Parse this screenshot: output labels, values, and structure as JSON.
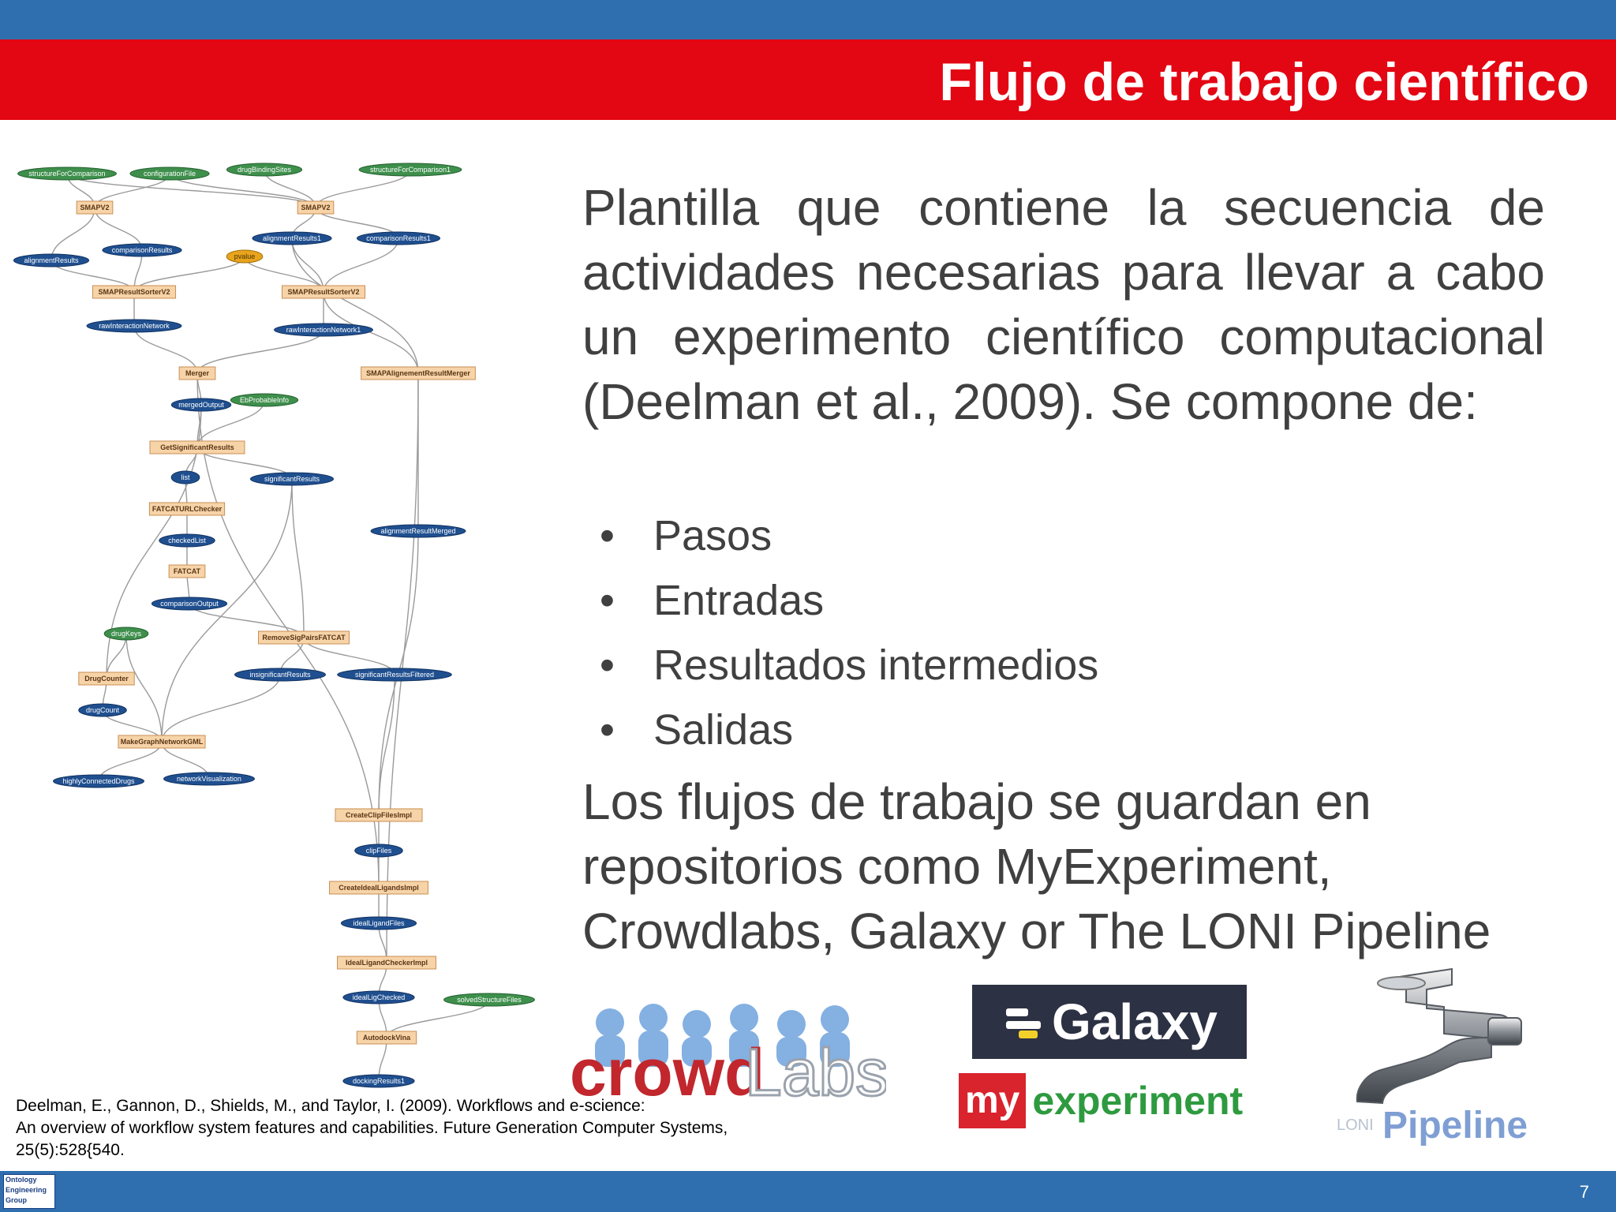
{
  "slide": {
    "title": "Flujo de trabajo científico",
    "paragraph": "Plantilla que contiene la secuencia de actividades necesarias para llevar a cabo un experimento científico computacional (Deelman et al., 2009). Se compone de:",
    "bullet_symbol": "•",
    "bullets": [
      "Pasos",
      "Entradas",
      "Resultados intermedios",
      "Salidas"
    ],
    "repositories_text": "Los flujos de trabajo se guardan en repositorios como MyExperiment, Crowdlabs, Galaxy or The LONI Pipeline",
    "citation": {
      "line1": "Deelman, E., Gannon, D., Shields, M., and Taylor, I. (2009). Workflows and e-science:",
      "line2": "An overview of workflow system features and capabilities. Future Generation Computer Systems,",
      "line3": "25(5):528{540."
    },
    "page_number": "7"
  },
  "logos": {
    "crowdlabs": {
      "part1": "crowd",
      "part2": "Labs"
    },
    "galaxy": "Galaxy",
    "myexperiment": {
      "part1": "my",
      "part2": "experiment"
    },
    "loni": {
      "part1": "LONI",
      "part2": "Pipeline"
    },
    "footer_logo": [
      "Ontology",
      "Engineering",
      "Group"
    ]
  },
  "workflow": {
    "nodes": [
      {
        "label": "structureForComparison",
        "kind": "input"
      },
      {
        "label": "configurationFile",
        "kind": "input"
      },
      {
        "label": "drugBindingSites",
        "kind": "input"
      },
      {
        "label": "structureForComparison1",
        "kind": "input"
      },
      {
        "label": "SMAPV2",
        "kind": "process"
      },
      {
        "label": "SMAPV2",
        "kind": "process"
      },
      {
        "label": "alignmentResults1",
        "kind": "data"
      },
      {
        "label": "comparisonResults1",
        "kind": "data"
      },
      {
        "label": "alignmentResults",
        "kind": "data"
      },
      {
        "label": "comparisonResults",
        "kind": "data"
      },
      {
        "label": "pvalue",
        "kind": "constant"
      },
      {
        "label": "SMAPResultSorterV2",
        "kind": "process"
      },
      {
        "label": "SMAPResultSorterV2",
        "kind": "process"
      },
      {
        "label": "rawInteractionNetwork",
        "kind": "data"
      },
      {
        "label": "rawInteractionNetwork1",
        "kind": "data"
      },
      {
        "label": "Merger",
        "kind": "process"
      },
      {
        "label": "SMAPAlignementResultMerger",
        "kind": "process"
      },
      {
        "label": "mergedOutput",
        "kind": "data"
      },
      {
        "label": "EbProbableInfo",
        "kind": "input"
      },
      {
        "label": "GetSignificantResults",
        "kind": "process"
      },
      {
        "label": "list",
        "kind": "data"
      },
      {
        "label": "significantResults",
        "kind": "data"
      },
      {
        "label": "FATCATURLChecker",
        "kind": "process"
      },
      {
        "label": "alignmentResultMerged",
        "kind": "data"
      },
      {
        "label": "checkedList",
        "kind": "data"
      },
      {
        "label": "FATCAT",
        "kind": "process"
      },
      {
        "label": "comparisonOutput",
        "kind": "data"
      },
      {
        "label": "drugKeys",
        "kind": "input"
      },
      {
        "label": "RemoveSigPairsFATCAT",
        "kind": "process"
      },
      {
        "label": "DrugCounter",
        "kind": "process"
      },
      {
        "label": "insignificantResults",
        "kind": "data"
      },
      {
        "label": "significantResultsFiltered",
        "kind": "data"
      },
      {
        "label": "drugCount",
        "kind": "data"
      },
      {
        "label": "MakeGraphNetworkGML",
        "kind": "process"
      },
      {
        "label": "highlyConnectedDrugs",
        "kind": "data"
      },
      {
        "label": "networkVisualization",
        "kind": "data"
      },
      {
        "label": "CreateClipFilesImpl",
        "kind": "process"
      },
      {
        "label": "clipFiles",
        "kind": "data"
      },
      {
        "label": "CreateIdealLigandsImpl",
        "kind": "process"
      },
      {
        "label": "idealLigandFiles",
        "kind": "data"
      },
      {
        "label": "IdealLigandCheckerImpl",
        "kind": "process"
      },
      {
        "label": "idealLigChecked",
        "kind": "data"
      },
      {
        "label": "solvedStructureFiles",
        "kind": "input"
      },
      {
        "label": "AutodockVina",
        "kind": "process"
      },
      {
        "label": "dockingResults1",
        "kind": "data"
      }
    ]
  }
}
